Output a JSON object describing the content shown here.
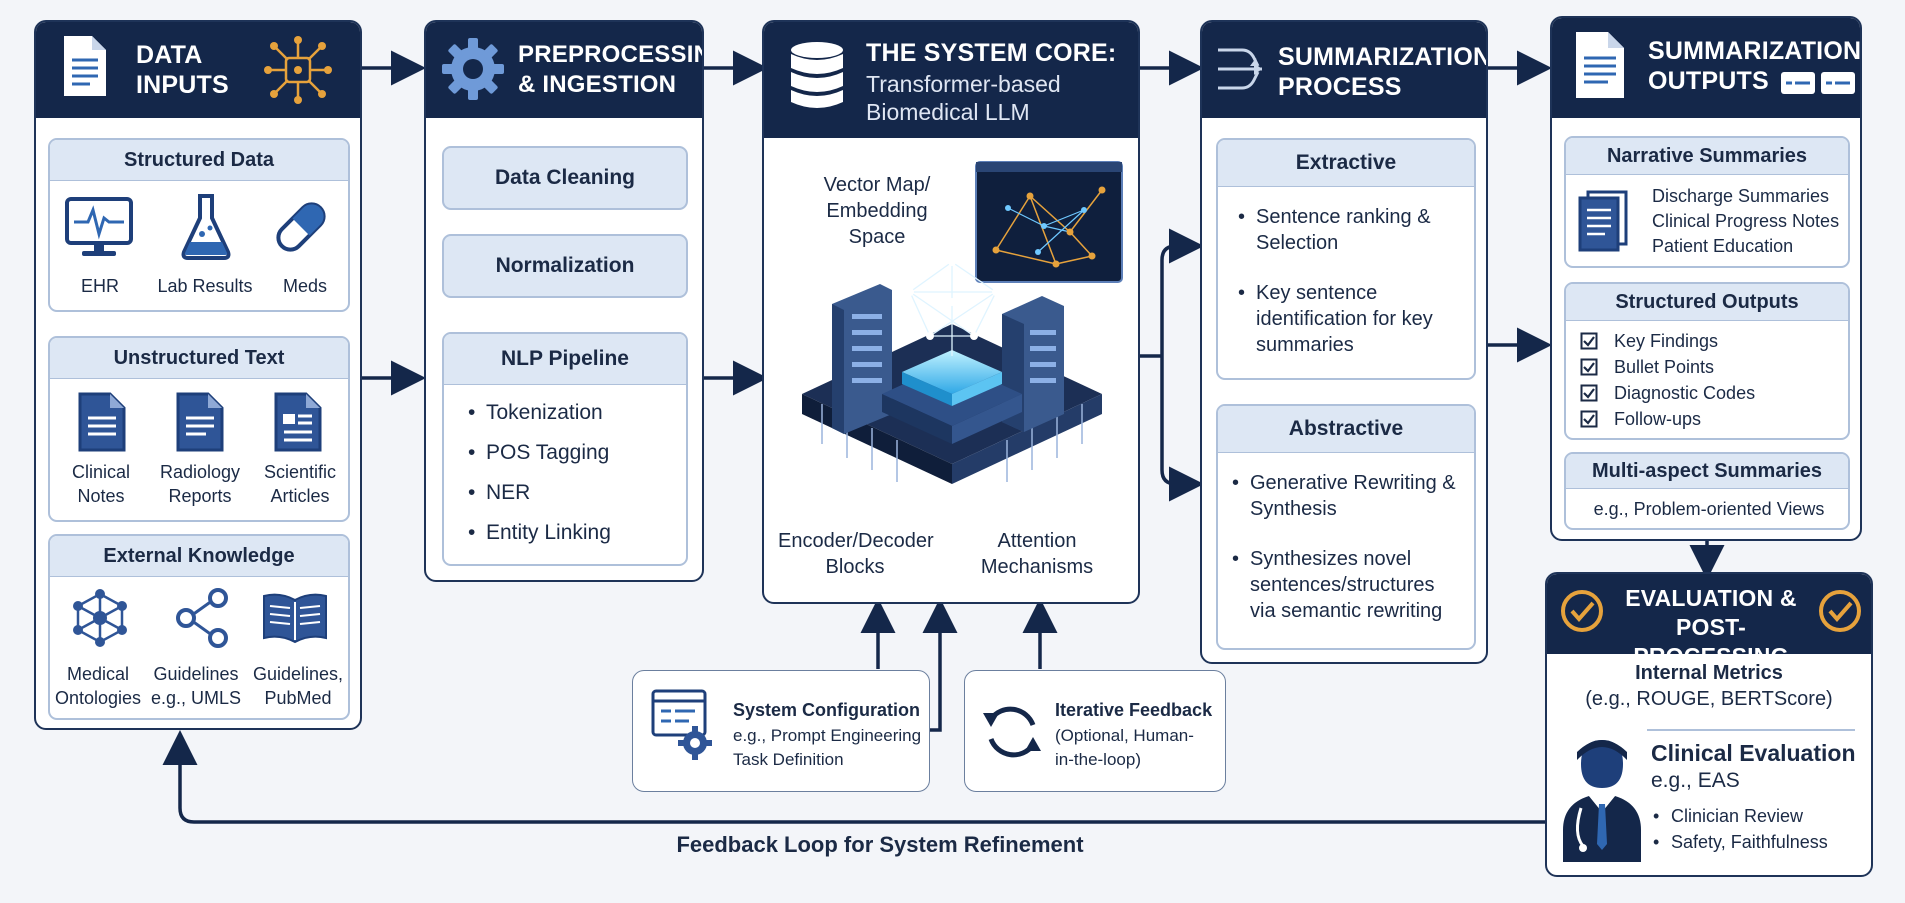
{
  "inputs": {
    "title": "DATA INPUTS",
    "structured": {
      "heading": "Structured Data",
      "items": [
        "EHR",
        "Lab Results",
        "Meds"
      ]
    },
    "unstructured": {
      "heading": "Unstructured Text",
      "items": [
        "Clinical Notes",
        "Radiology Reports",
        "Scientific Articles"
      ]
    },
    "external": {
      "heading": "External Knowledge",
      "items": [
        "Medical Ontologies",
        "Guidelines e.g., UMLS",
        "Guidelines, PubMed"
      ]
    }
  },
  "preprocessing": {
    "title": "PREPROCESSING & INGESTION",
    "steps": [
      "Data Cleaning",
      "Normalization"
    ],
    "nlp": {
      "heading": "NLP Pipeline",
      "items": [
        "Tokenization",
        "POS Tagging",
        "NER",
        "Entity Linking"
      ]
    }
  },
  "core": {
    "title": "THE SYSTEM CORE:",
    "subtitle": "Transformer-based Biomedical LLM",
    "vector_label": "Vector Map/ Embedding Space",
    "encoder_label": "Encoder/Decoder Blocks",
    "attention_label": "Attention Mechanisms"
  },
  "summarization": {
    "title": "SUMMARIZATION PROCESS",
    "extractive": {
      "heading": "Extractive",
      "items": [
        "Sentence ranking & Selection",
        "Key sentence identification for key summaries"
      ]
    },
    "abstractive": {
      "heading": "Abstractive",
      "items": [
        "Generative Rewriting & Synthesis",
        "Synthesizes novel sentences/structures via semantic rewriting"
      ]
    }
  },
  "outputs": {
    "title": "SUMMARIZATION OUTPUTS",
    "narrative": {
      "heading": "Narrative Summaries",
      "items": [
        "Discharge Summaries",
        "Clinical Progress Notes",
        "Patient Education"
      ]
    },
    "structured": {
      "heading": "Structured Outputs",
      "items": [
        "Key Findings",
        "Bullet Points",
        "Diagnostic Codes",
        "Follow-ups"
      ]
    },
    "multi": {
      "heading": "Multi-aspect Summaries",
      "text": "e.g., Problem-oriented Views"
    }
  },
  "evaluation": {
    "title": "EVALUATION & POST-PROCESSING",
    "internal": {
      "heading": "Internal Metrics",
      "text": "(e.g., ROUGE, BERTScore)"
    },
    "clinical": {
      "heading": "Clinical Evaluation",
      "sub": "e.g., EAS",
      "items": [
        "Clinician Review",
        "Safety, Faithfulness"
      ]
    }
  },
  "config": {
    "title": "System Configuration",
    "lines": [
      "e.g., Prompt Engineering",
      "Task Definition"
    ]
  },
  "feedback": {
    "title": "Iterative Feedback",
    "lines": [
      "(Optional, Human-",
      "in-the-loop)"
    ]
  },
  "loop_label": "Feedback Loop for System Refinement",
  "colors": {
    "navy": "#14274a",
    "pale": "#dde7f4",
    "border": "#aec0da",
    "accent": "#2f67b2",
    "gold": "#e6a23c"
  }
}
